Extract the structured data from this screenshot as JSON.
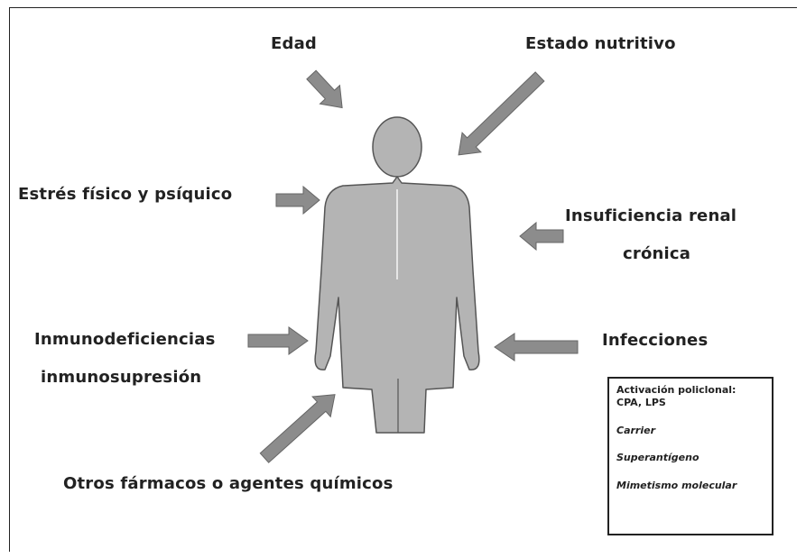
{
  "factors": {
    "edad": "Edad",
    "estado_nutritivo": "Estado nutritivo",
    "estres": "Estrés físico y psíquico",
    "insuficiencia": "Insuficiencia renal",
    "insuficiencia_2": "crónica",
    "inmuno_1": "Inmunodeficiencias",
    "inmuno_2": "inmunosupresión",
    "infecciones": "Infecciones",
    "otros": "Otros fármacos o agentes químicos"
  },
  "infobox": {
    "items": [
      "Activación policlonal: CPA, LPS",
      "Carrier",
      "Superantígeno",
      "Mimetismo molecular"
    ]
  },
  "colors": {
    "body_fill": "#b4b4b4",
    "body_stroke": "#555555",
    "arrow_fill": "#8c8c8c",
    "arrow_stroke": "#666666"
  }
}
